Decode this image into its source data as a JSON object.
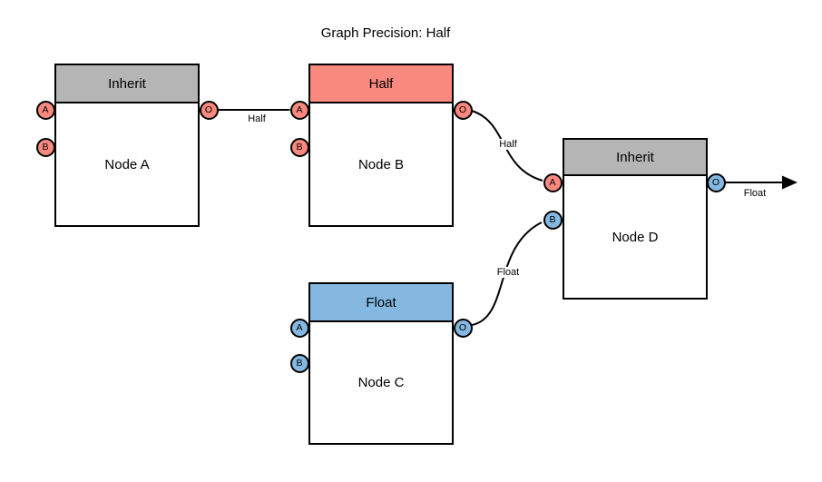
{
  "title": "Graph Precision: Half",
  "colors": {
    "salmon": "#F9897E",
    "blue": "#84B8E0",
    "gray": "#B5B5B5",
    "stroke": "#000000",
    "background": "#FFFFFF"
  },
  "nodes": [
    {
      "id": "node-a",
      "header": "Inherit",
      "label": "Node A",
      "header_color": "gray",
      "ports": [
        {
          "letter": "A",
          "color": "salmon"
        },
        {
          "letter": "B",
          "color": "salmon"
        },
        {
          "letter": "O",
          "color": "salmon"
        }
      ]
    },
    {
      "id": "node-b",
      "header": "Half",
      "label": "Node B",
      "header_color": "salmon",
      "ports": [
        {
          "letter": "A",
          "color": "salmon"
        },
        {
          "letter": "B",
          "color": "salmon"
        },
        {
          "letter": "O",
          "color": "salmon"
        }
      ]
    },
    {
      "id": "node-c",
      "header": "Float",
      "label": "Node C",
      "header_color": "blue",
      "ports": [
        {
          "letter": "A",
          "color": "blue"
        },
        {
          "letter": "B",
          "color": "blue"
        },
        {
          "letter": "O",
          "color": "blue"
        }
      ]
    },
    {
      "id": "node-d",
      "header": "Inherit",
      "label": "Node D",
      "header_color": "gray",
      "ports": [
        {
          "letter": "A",
          "color": "salmon"
        },
        {
          "letter": "B",
          "color": "blue"
        },
        {
          "letter": "O",
          "color": "blue"
        }
      ]
    }
  ],
  "edges": [
    {
      "from": "node-a.O",
      "to": "node-b.A",
      "label": "Half"
    },
    {
      "from": "node-b.O",
      "to": "node-d.A",
      "label": "Half"
    },
    {
      "from": "node-c.O",
      "to": "node-d.B",
      "label": "Float"
    },
    {
      "from": "node-d.O",
      "to": "graph-output",
      "label": "Float"
    }
  ]
}
